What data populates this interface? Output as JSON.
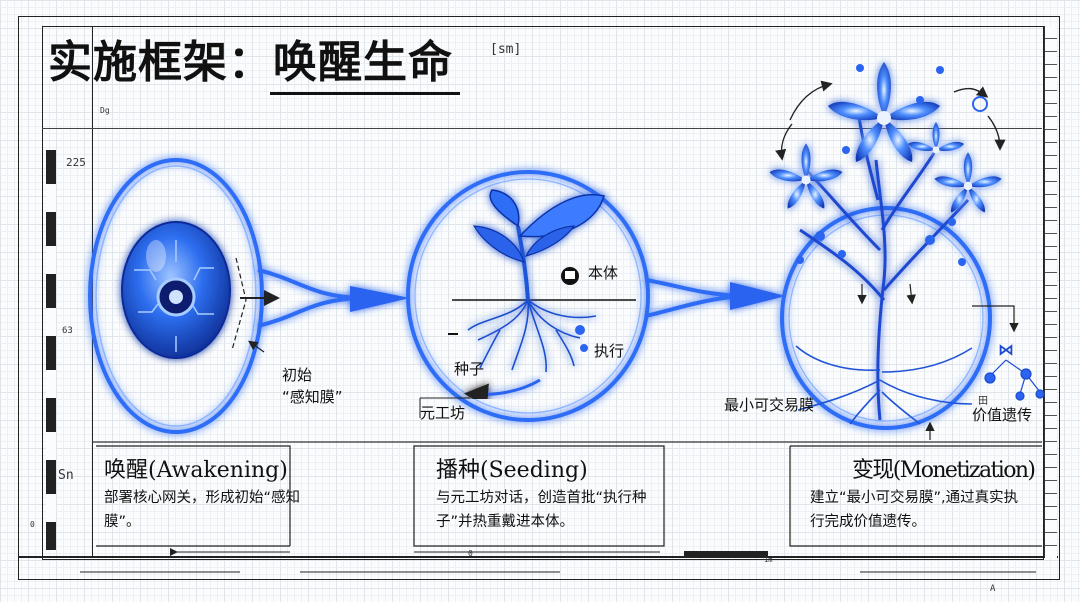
{
  "title": {
    "text": "实施框架：唤醒生命",
    "tag": "[sm]"
  },
  "margin_marks": {
    "top_small": "Dg",
    "left_225": "225",
    "left_63": "63",
    "left_sn": "Sn",
    "left_0": "0",
    "bottom_center": "0",
    "bottom_right_mark": "1m",
    "bottom_corner": "A",
    "right_field": "田"
  },
  "diagram_labels": {
    "initial_line1": "初始",
    "initial_line2": "“感知膜”",
    "entity": "本体",
    "execute": "执行",
    "seed": "种子",
    "workshop": "元工坊",
    "min_membrane": "最小可交易膜",
    "value_legacy": "价值遗传",
    "network_glyph": "⋈"
  },
  "stages": [
    {
      "title": "唤醒(Awakening)",
      "description": "部署核心网关，形成初始“感知膜”。"
    },
    {
      "title": "播种(Seeding)",
      "description": "与元工坊对话，创造首批“执行种子”并热重戴进本体。"
    },
    {
      "title": "变现(Monetization)",
      "description": "建立“最小可交易膜”,通过真实执行完成价值遗传。"
    }
  ],
  "colors": {
    "glow": "#3b7bff",
    "deep_blue": "#1340c9",
    "line": "#111111"
  }
}
